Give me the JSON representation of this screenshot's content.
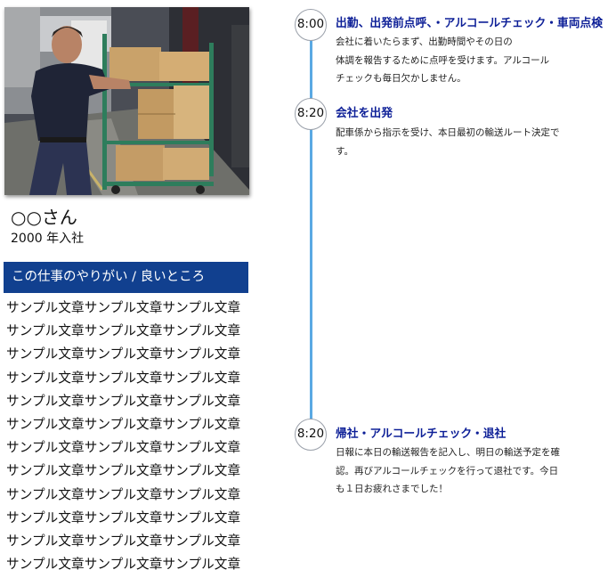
{
  "profile": {
    "name": "○○さん",
    "joined": "2000 年入社"
  },
  "section": {
    "heading": "この仕事のやりがい / 良いところ",
    "lines": [
      "サンプル文章サンプル文章サンプル文章",
      "サンプル文章サンプル文章サンプル文章",
      "サンプル文章サンプル文章サンプル文章",
      "サンプル文章サンプル文章サンプル文章",
      "サンプル文章サンプル文章サンプル文章",
      "サンプル文章サンプル文章サンプル文章",
      "サンプル文章サンプル文章サンプル文章",
      "サンプル文章サンプル文章サンプル文章",
      "サンプル文章サンプル文章サンプル文章",
      "サンプル文章サンプル文章サンプル文章",
      "サンプル文章サンプル文章サンプル文章",
      "サンプル文章サンプル文章サンプル文章"
    ]
  },
  "timeline": {
    "events": [
      {
        "time": "8:00",
        "title": "出勤、出発前点呼、・アルコールチェック・車両点検",
        "desc_lines": [
          "会社に着いたらまず、出勤時間やその日の",
          "体調を報告するために点呼を受けます。アルコール",
          "チェックも毎日欠かしません。"
        ]
      },
      {
        "time": "8:20",
        "title": "会社を出発",
        "desc_lines": [
          "配車係から指示を受け、本日最初の輸送ルート決定で",
          "す。"
        ]
      },
      {
        "time": "8:20",
        "title": "帰社・アルコールチェック・退社",
        "desc_lines": [
          "日報に本日の輸送報告を記入し、明日の輸送予定を確",
          "認。再びアルコールチェックを行って退社です。今日",
          "も１日お疲れさまでした！"
        ]
      }
    ]
  },
  "colors": {
    "heading_bg": "#11408f",
    "timeline_line": "#5aa9e3",
    "event_title": "#0d1f97"
  }
}
